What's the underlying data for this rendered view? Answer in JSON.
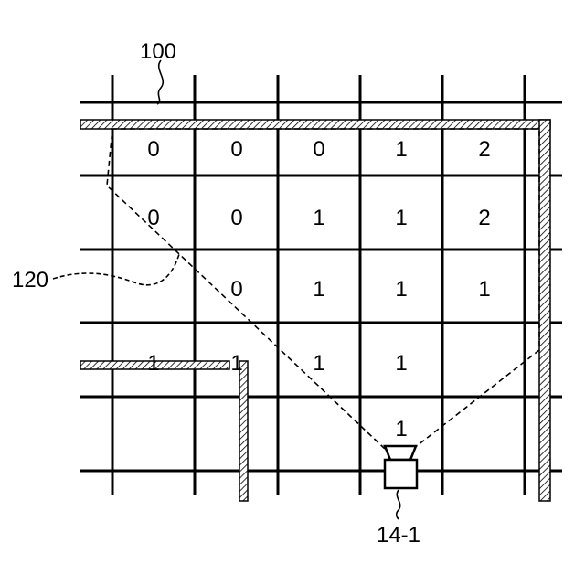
{
  "labels": {
    "grid_ref": "100",
    "zone_ref": "120",
    "camera_ref": "14-1"
  },
  "grid": {
    "rows": [
      [
        "0",
        "0",
        "0",
        "1",
        "2"
      ],
      [
        "0",
        "0",
        "1",
        "1",
        "2"
      ],
      [
        "",
        "0",
        "1",
        "1",
        "1"
      ],
      [
        "1",
        "1",
        "1",
        "1",
        ""
      ],
      [
        "",
        "",
        "",
        "1",
        ""
      ]
    ]
  },
  "colors": {
    "line": "#000000",
    "background": "#ffffff"
  },
  "icons": {
    "camera": "surveillance-camera-icon",
    "wall": "hatched-wall"
  }
}
